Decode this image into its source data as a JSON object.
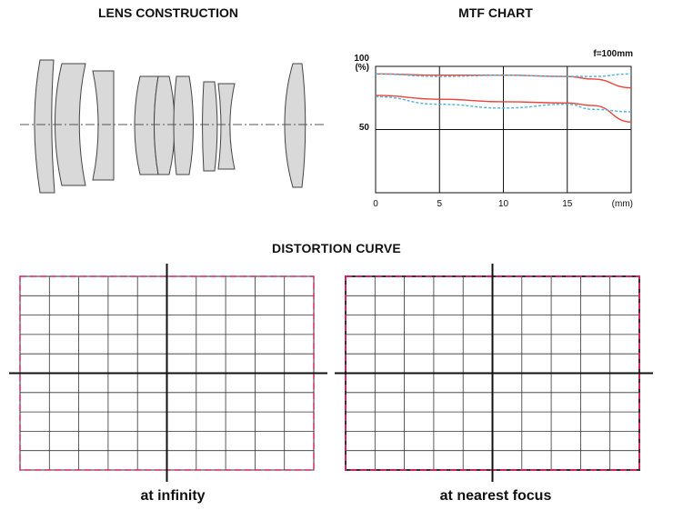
{
  "lens_construction": {
    "title": "LENS CONSTRUCTION"
  },
  "mtf_chart": {
    "title": "MTF CHART",
    "focal_label": "f=100mm",
    "y_top_label": "100",
    "y_unit_label": "(%)",
    "y_mid_label": "50",
    "x_unit_label": "(mm)",
    "colors": {
      "solid": "#e8453c",
      "dashed": "#4fb3d9",
      "grid": "#111111"
    }
  },
  "distortion": {
    "title": "DISTORTION CURVE",
    "caption_left": "at infinity",
    "caption_right": "at nearest focus",
    "colors": {
      "grid": "#333333",
      "frame_dash": "#d1245b"
    }
  },
  "chart_data": {
    "type": "line",
    "title": "MTF CHART",
    "xlabel": "(mm)",
    "ylabel": "(%)",
    "xlim": [
      0,
      20
    ],
    "ylim": [
      0,
      100
    ],
    "x_ticks": [
      0,
      5,
      10,
      15
    ],
    "y_ticks": [
      50,
      100
    ],
    "grid": true,
    "series": [
      {
        "style": "solid",
        "x": [
          0,
          5,
          10,
          15,
          17,
          20
        ],
        "values": [
          94,
          93,
          93,
          92,
          90,
          83
        ]
      },
      {
        "style": "dashed",
        "x": [
          0,
          5,
          10,
          15,
          17,
          20
        ],
        "values": [
          94,
          92,
          93,
          92,
          92,
          94
        ]
      },
      {
        "style": "solid",
        "x": [
          0,
          5,
          10,
          15,
          17,
          20
        ],
        "values": [
          77,
          74,
          72,
          71,
          69,
          56
        ]
      },
      {
        "style": "dashed",
        "x": [
          0,
          5,
          10,
          15,
          17,
          20
        ],
        "values": [
          76,
          70,
          67,
          70,
          66,
          64
        ]
      }
    ]
  }
}
